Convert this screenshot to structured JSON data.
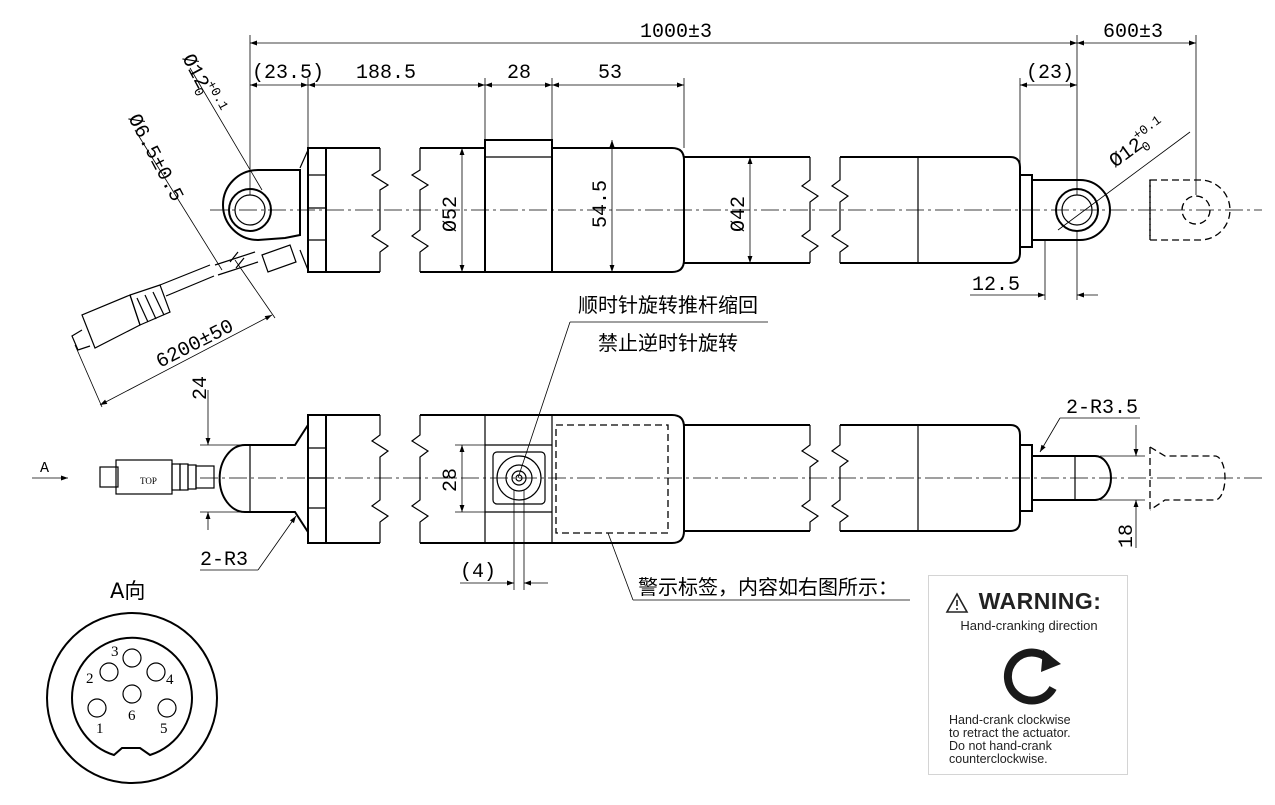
{
  "dimensions": {
    "total_length": "1000±3",
    "stroke": "600±3",
    "rear_offset": "(23.5)",
    "seg_188": "188.5",
    "seg_28": "28",
    "seg_53": "53",
    "front_offset": "(23)",
    "rear_hole": "Ø12",
    "rear_hole_tol_upper": "+0.1",
    "rear_hole_tol_lower": "0",
    "front_hole": "Ø12",
    "front_hole_tol_upper": "+0.1",
    "front_hole_tol_lower": "0",
    "cable_dia": "Ø6.5±0.5",
    "cable_length": "6200±50",
    "motor_dia": "Ø52",
    "gear_width": "54.5",
    "tube_dia": "Ø42",
    "rod_end": "12.5",
    "plug_height": "24",
    "crank_width": "28",
    "crank_offset": "(4)",
    "rod_radius": "2-R3.5",
    "rod_width": "18",
    "motor_radius": "2-R3"
  },
  "notes": {
    "crank_line1": "顺时针旋转推杆缩回",
    "crank_line2": "禁止逆时针旋转",
    "label_note": "警示标签，内容如右图所示：",
    "view_arrow": "A",
    "view_title": "A向",
    "connector_top": "TOP"
  },
  "connector_pins": [
    "1",
    "2",
    "3",
    "4",
    "5",
    "6"
  ],
  "warning": {
    "title": "WARNING:",
    "subtitle": "Hand-cranking direction",
    "line1": "Hand-crank clockwise",
    "line2": "to retract the actuator.",
    "line3": "Do not hand-crank",
    "line4": "counterclockwise."
  }
}
